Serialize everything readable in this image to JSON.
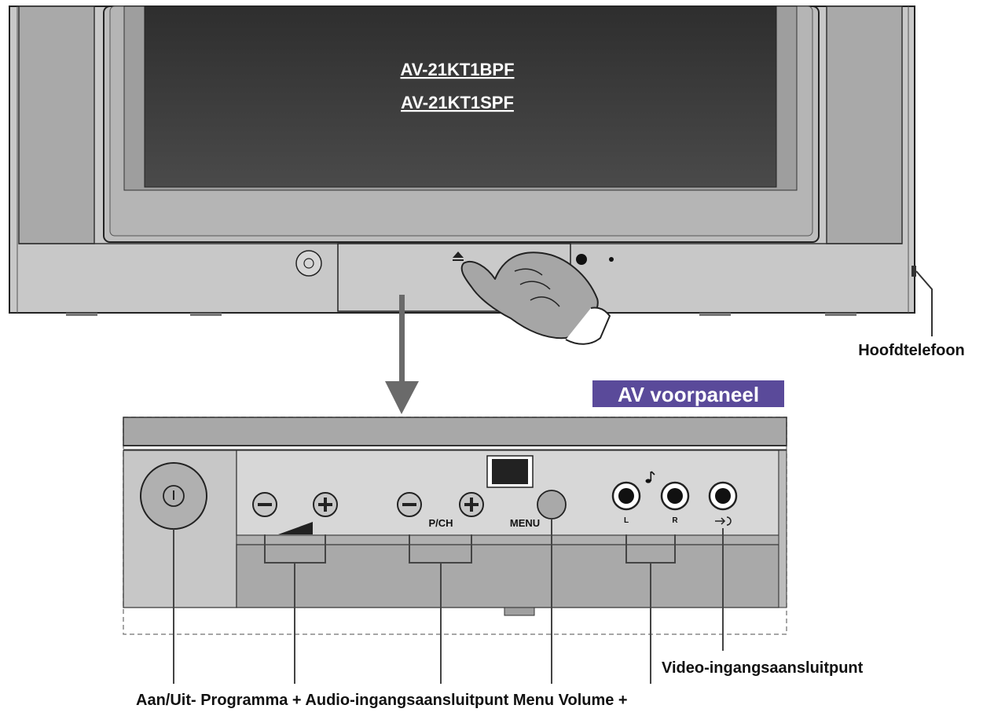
{
  "models": [
    "AV-21KT1BPF",
    "AV-21KT1SPF"
  ],
  "panel_title": "AV voorpaneel",
  "panel_labels": {
    "pch": "P/CH",
    "menu": "MENU",
    "left": "L",
    "right": "R"
  },
  "callouts": {
    "headphone": "Hoofdtelefoon",
    "video_input": "Video-ingangsaansluitpunt",
    "bottom_line": [
      "Aan/Uit-",
      "Programma +",
      "Audio-ingangsaansluitpunt",
      "Menu",
      "Volume +"
    ]
  },
  "colors": {
    "badge": "#5a4a9a",
    "screen": "#3a3a3a",
    "cabinet": "#c9c9c9",
    "speaker": "#a8a8a8"
  }
}
